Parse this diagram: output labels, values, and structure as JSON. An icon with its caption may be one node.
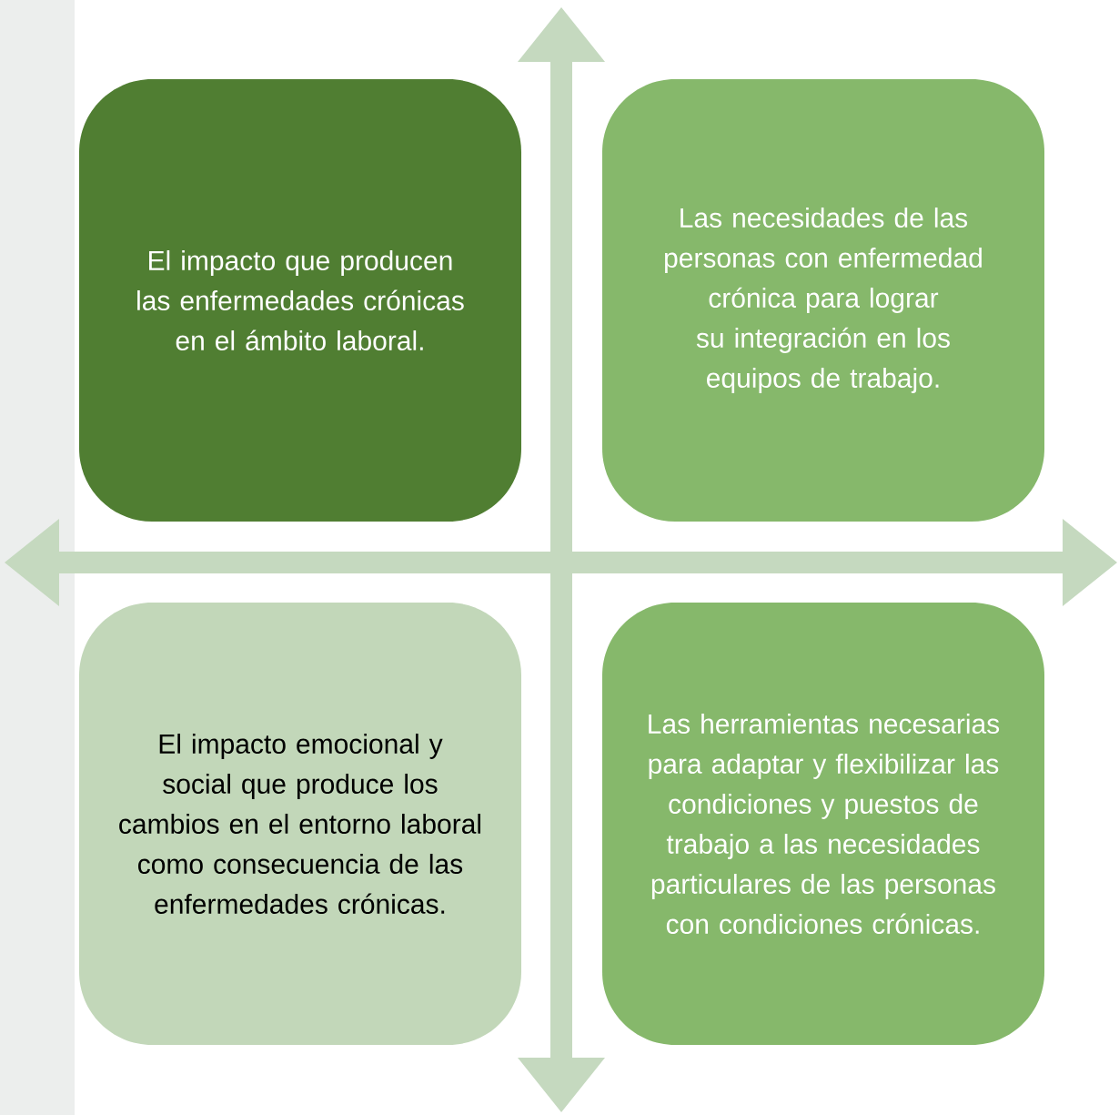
{
  "diagram": {
    "nodes": [
      {
        "text": [
          "El impacto que producen las enfermedades crónicas en el ámbito laboral."
        ]
      },
      {
        "text": [
          "Las necesidades de las personas con enfermedad crónica para lograr su integración en los equipos de trabajo."
        ]
      },
      {
        "text": [
          "El impacto emocional y social que produce los cambios en el entorno laboral como consecuencia de las enfermedades crónicas."
        ]
      },
      {
        "text": [
          "Las herramientas necesarias para adaptar y flexibilizar las condiciones y puestos de trabajo a las necesidades particulares de las personas con condiciones crónicas."
        ]
      }
    ]
  }
}
